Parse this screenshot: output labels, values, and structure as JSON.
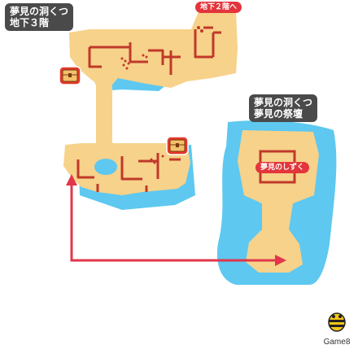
{
  "map": {
    "upper_area": {
      "label_line1": "夢見の洞くつ",
      "label_line2": "地下３階"
    },
    "right_area": {
      "label_line1": "夢見の洞くつ",
      "label_line2": "夢見の祭壇"
    },
    "exit_label": "地下２階へ",
    "item_label": "夢見のしずく",
    "route_color": "#e2364a",
    "land_color": "#f7d28a",
    "wall_color": "#c0392b",
    "water_color": "#5ec8f0",
    "chest_icon": "treasure-chest-icon"
  },
  "watermark": {
    "text": "Game8"
  }
}
